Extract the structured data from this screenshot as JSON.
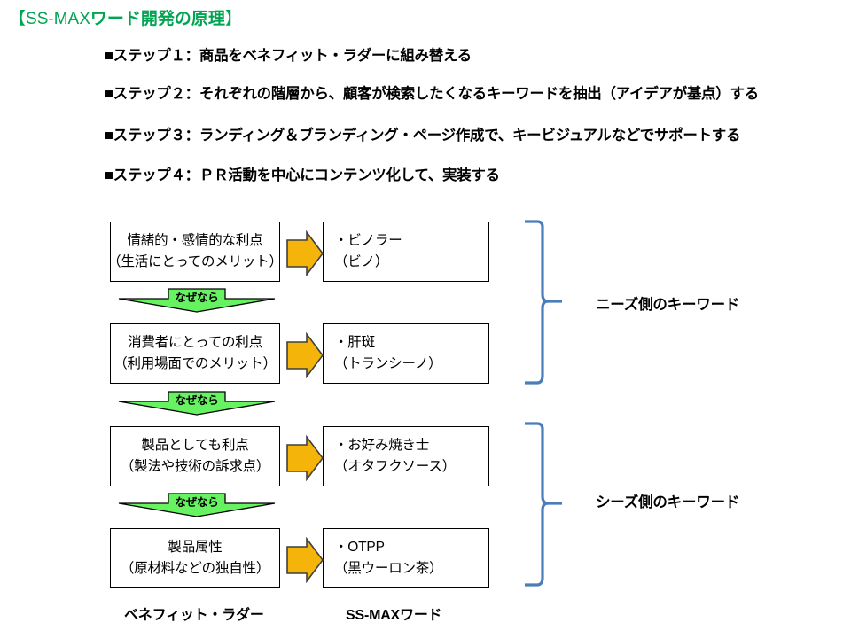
{
  "title": {
    "open_bracket": "【",
    "brand": "SS-MAX",
    "rest": "ワード開発の原理",
    "close_bracket": "】",
    "color": "#00A551"
  },
  "steps": [
    {
      "label": "■ステップ１：商品をベネフィット・ラダーに組み替える"
    },
    {
      "label": "■ステップ２：それぞれの階層から、顧客が検索したくなるキーワードを抽出（アイデアが基点）する"
    },
    {
      "label": "■ステップ３：ランディング＆ブランディング・ページ作成で、キービジュアルなどでサポートする"
    },
    {
      "label": "■ステップ４：ＰＲ活動を中心にコンテンツ化して、実装する"
    }
  ],
  "diagram": {
    "rows": [
      {
        "left": {
          "line1": "情緒的・感情的な利点",
          "line2": "（生活にとってのメリット）"
        },
        "right": {
          "line1": "・ビノラー",
          "line2": "（ビノ）"
        }
      },
      {
        "left": {
          "line1": "消費者にとっての利点",
          "line2": "（利用場面でのメリット）"
        },
        "right": {
          "line1": "・肝斑",
          "line2": "（トランシーノ）"
        }
      },
      {
        "left": {
          "line1": "製品としても利点",
          "line2": "（製法や技術の訴求点）"
        },
        "right": {
          "line1": "・お好み焼き士",
          "line2": "（オタフクソース）"
        }
      },
      {
        "left": {
          "line1": "製品属性",
          "line2": "（原材料などの独自性）"
        },
        "right": {
          "line1": "・OTPP",
          "line2": "（黒ウーロン茶）"
        }
      }
    ],
    "connectors": [
      {
        "label": "なぜなら"
      },
      {
        "label": "なぜなら"
      },
      {
        "label": "なぜなら"
      }
    ],
    "side_labels": [
      {
        "label": "ニーズ側のキーワード"
      },
      {
        "label": "シーズ側のキーワード"
      }
    ],
    "axis_labels": {
      "left": "ベネフィット・ラダー",
      "right": "SS-MAXワード"
    },
    "colors": {
      "arrow_fill": "#F5B40A",
      "arrow_stroke": "#404040",
      "chevron_fill": "#66F261",
      "chevron_stroke": "#000000",
      "bracket_stroke": "#4A7EBB",
      "box_stroke": "#000000"
    }
  }
}
